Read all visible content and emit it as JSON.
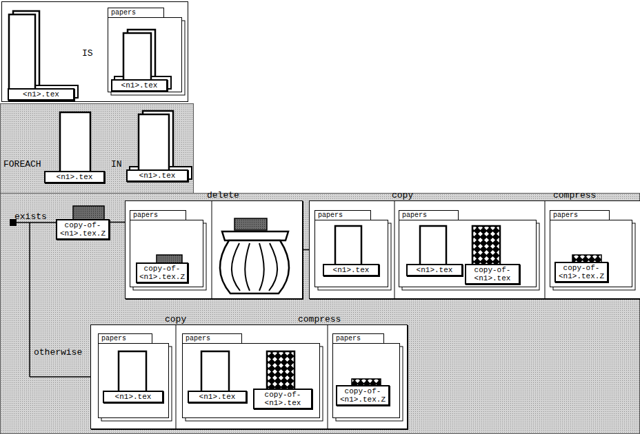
{
  "diagram": {
    "nodes": [
      {
        "text": [
          "IS"
        ]
      },
      {
        "text": [
          "<n1>.tex"
        ],
        "in": 0
      },
      {
        "text": [
          "papers"
        ],
        "in": 0
      },
      {
        "text": [
          "<n1>.tex"
        ],
        "in": 2
      },
      {
        "text": [
          "FOREACH",
          "IN"
        ]
      },
      {
        "text": [
          "<n1>.tex"
        ],
        "in": 4
      },
      {
        "text": [
          "<n1>.tex"
        ],
        "in": 4
      },
      {
        "text": [
          "exists",
          "otherwise"
        ]
      },
      {
        "text": [
          "copy-of- <n1>.tex.Z"
        ],
        "in": 7
      },
      {
        "text": [
          "delete"
        ],
        "in": 7
      },
      {
        "text": [
          "papers"
        ],
        "in": 9
      },
      {
        "text": [
          "copy-of- <n1>.tex.Z"
        ],
        "in": 10
      },
      {
        "text": [
          "copy",
          "compress"
        ],
        "in": 7
      },
      {
        "text": [
          "papers"
        ],
        "in": 12
      },
      {
        "text": [
          "<n1>.tex"
        ],
        "in": 13
      },
      {
        "text": [
          "papers"
        ],
        "in": 12
      },
      {
        "text": [
          "<n1>.tex"
        ],
        "in": 15
      },
      {
        "text": [
          "copy-of- <n1>.tex"
        ],
        "in": 15
      },
      {
        "text": [
          "papers"
        ],
        "in": 12
      },
      {
        "text": [
          "copy-of- <n1>.tex.Z"
        ],
        "in": 18
      },
      {
        "text": [
          "copy",
          "compress"
        ],
        "in": 7
      },
      {
        "text": [
          "papers"
        ],
        "in": 20
      },
      {
        "text": [
          "<n1>.tex"
        ],
        "in": 21
      },
      {
        "text": [
          "papers"
        ],
        "in": 20
      },
      {
        "text": [
          "<n1>.tex"
        ],
        "in": 23
      },
      {
        "text": [
          "copy-of- <n1>.tex"
        ],
        "in": 23
      },
      {
        "text": [
          "papers"
        ],
        "in": 20
      },
      {
        "text": [
          "copy-of- <n1>.tex.Z"
        ],
        "in": 26
      }
    ],
    "edges": [
      {
        "from": 8,
        "to": 9,
        "arrow": "none"
      },
      {
        "from": 9,
        "to": 12,
        "arrow": "none"
      }
    ]
  }
}
